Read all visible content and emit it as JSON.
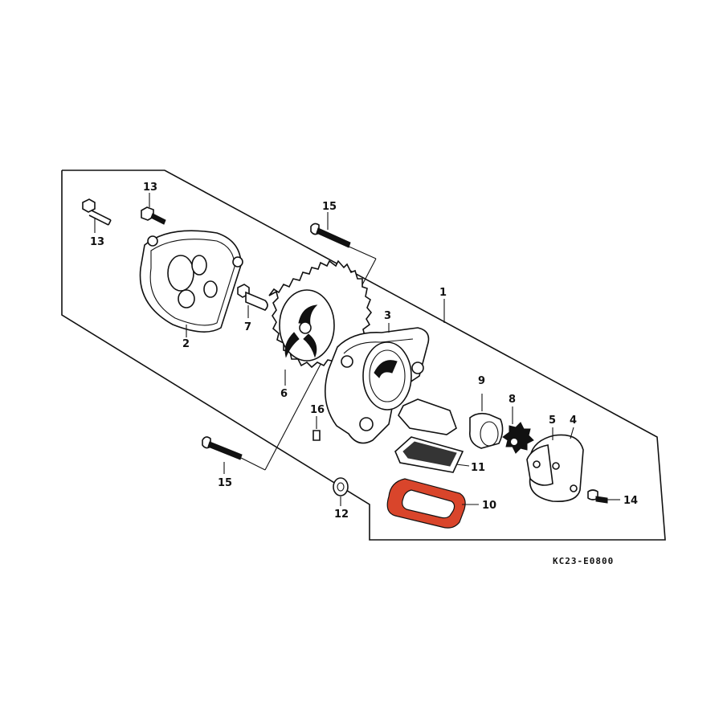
{
  "diagram": {
    "code": "KC23-E0800",
    "highlight_color": "#d9452b",
    "callouts": {
      "c1": "1",
      "c2": "2",
      "c3": "3",
      "c4": "4",
      "c5": "5",
      "c6": "6",
      "c7": "7",
      "c8": "8",
      "c9": "9",
      "c10": "10",
      "c11": "11",
      "c12": "12",
      "c13a": "13",
      "c13b": "13",
      "c14": "14",
      "c15a": "15",
      "c15b": "15",
      "c16": "16"
    }
  }
}
